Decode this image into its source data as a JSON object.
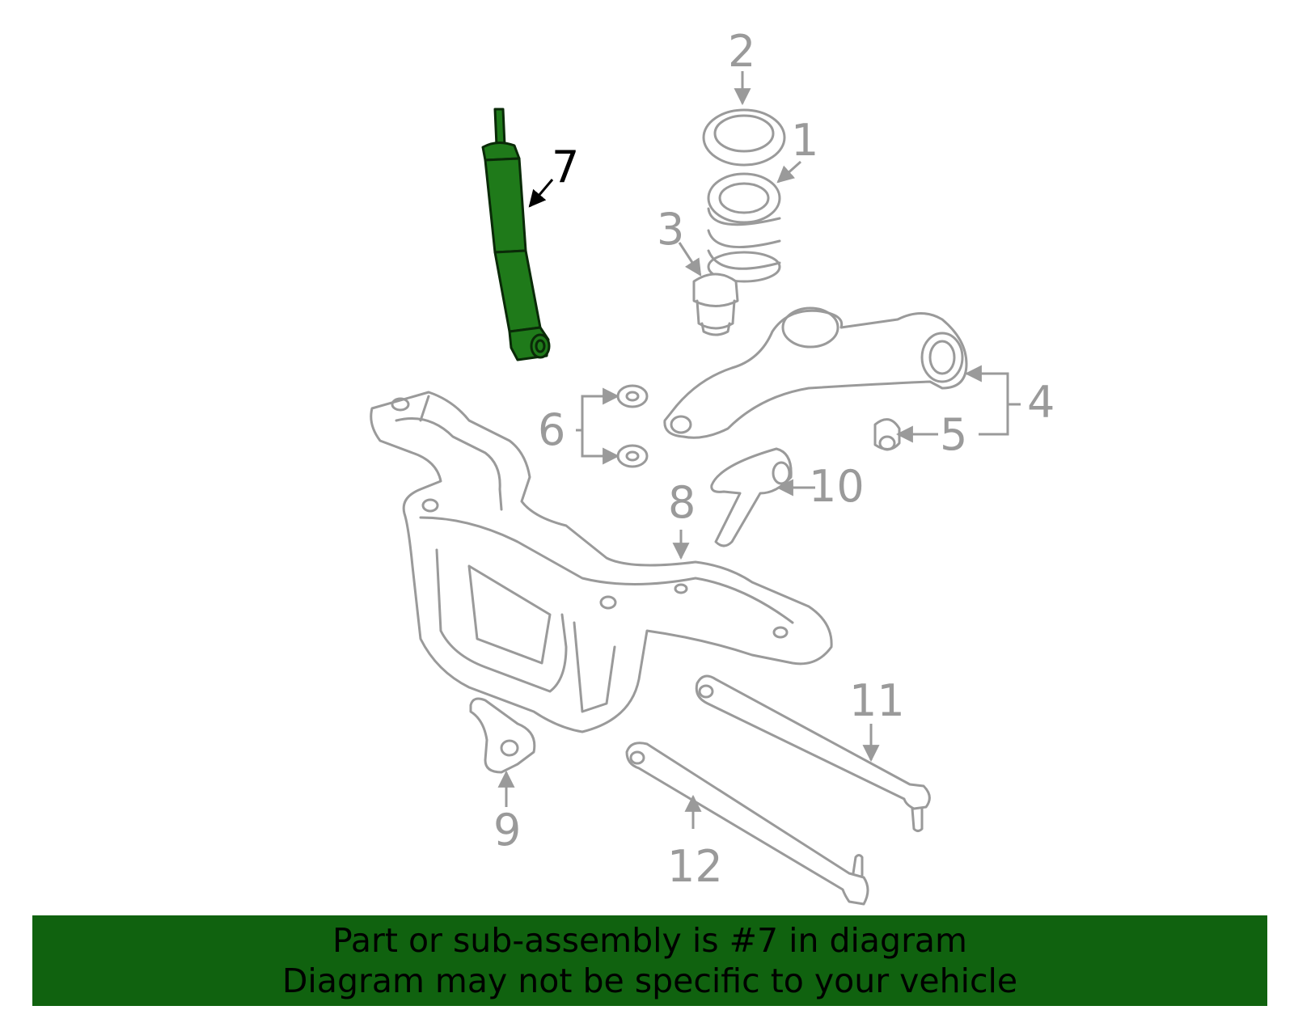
{
  "colors": {
    "highlight_fill": "#1f7a1a",
    "highlight_stroke": "#0a2a08",
    "part_stroke": "#9a9a9a",
    "label_gray": "#9a9a9a",
    "label_highlight": "#000000",
    "banner_bg": "#10620f",
    "banner_text": "#000000"
  },
  "callouts": [
    {
      "id": "1",
      "text": "1"
    },
    {
      "id": "2",
      "text": "2"
    },
    {
      "id": "3",
      "text": "3"
    },
    {
      "id": "4",
      "text": "4"
    },
    {
      "id": "5",
      "text": "5"
    },
    {
      "id": "6",
      "text": "6"
    },
    {
      "id": "7",
      "text": "7",
      "highlighted": true
    },
    {
      "id": "8",
      "text": "8"
    },
    {
      "id": "9",
      "text": "9"
    },
    {
      "id": "10",
      "text": "10"
    },
    {
      "id": "11",
      "text": "11"
    },
    {
      "id": "12",
      "text": "12"
    }
  ],
  "banner": {
    "line1": "Part or sub-assembly is #7 in diagram",
    "line2": "Diagram may not be specific to your vehicle"
  }
}
